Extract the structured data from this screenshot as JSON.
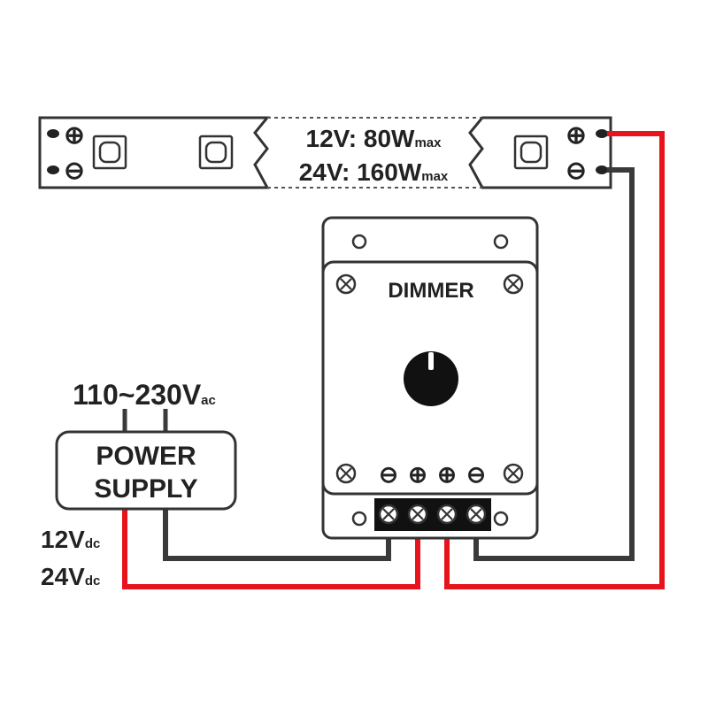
{
  "colors": {
    "outline": "#333333",
    "wire_positive": "#e8141c",
    "wire_negative": "#3a3a3a",
    "background": "#ffffff",
    "knob": "#111111"
  },
  "led_strip": {
    "rating_line1": {
      "main": "12V: 80W",
      "sub": "max"
    },
    "rating_line2": {
      "main": "24V: 160W",
      "sub": "max"
    },
    "plus_symbol": "⊕",
    "minus_symbol": "⊖"
  },
  "dimmer": {
    "title": "DIMMER",
    "terminal_symbols": [
      "⊖",
      "⊕",
      "⊕",
      "⊖"
    ]
  },
  "power_supply": {
    "input": {
      "main": "110~230V",
      "sub": "ac"
    },
    "label_line1": "POWER",
    "label_line2": "SUPPLY",
    "output_1": {
      "main": "12V",
      "sub": "dc"
    },
    "output_2": {
      "main": "24V",
      "sub": "dc"
    }
  },
  "icons": [
    "screw-icon",
    "knob-icon",
    "led-chip-icon",
    "mounting-hole-icon"
  ]
}
